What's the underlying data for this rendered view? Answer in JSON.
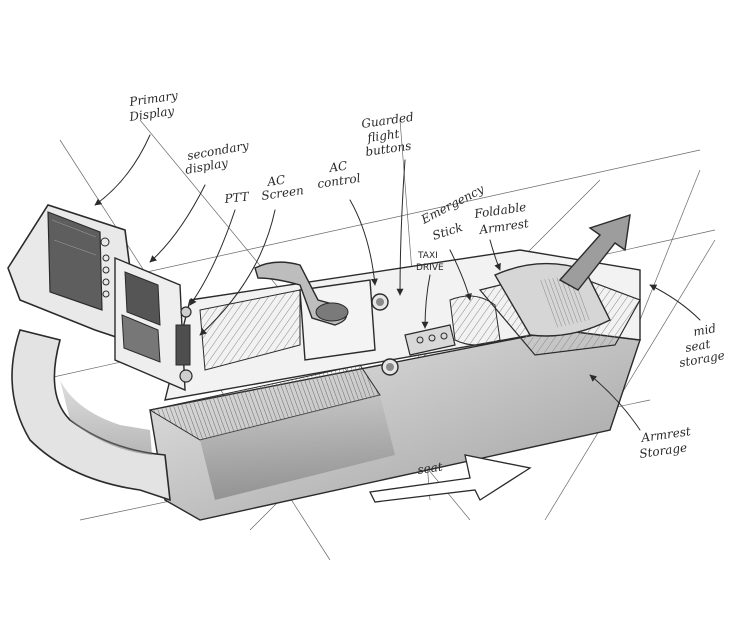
{
  "labels": {
    "primary_display": [
      "Primary",
      "Display"
    ],
    "secondary_display": [
      "secondary",
      "display"
    ],
    "ptt": "PTT",
    "ac_screen": [
      "AC",
      "Screen"
    ],
    "ac_control": [
      "AC",
      "control"
    ],
    "guarded_flight_buttons": [
      "Guarded",
      "flight",
      "buttons"
    ],
    "emergency_stick": [
      "Emergency",
      "Stick"
    ],
    "taxi_drive": [
      "TAXI",
      "DRIVE"
    ],
    "foldable_armrest": [
      "Foldable",
      "Armrest"
    ],
    "mid_seat_storage": [
      "mid",
      "seat",
      "storage"
    ],
    "armrest_storage": [
      "Armrest",
      "Storage"
    ],
    "seat": "seat"
  },
  "colors": {
    "ink": "#2b2b2b",
    "shade_dark": "#5a5a5a",
    "shade_mid": "#9a9a9a",
    "shade_light": "#d4d4d4"
  }
}
